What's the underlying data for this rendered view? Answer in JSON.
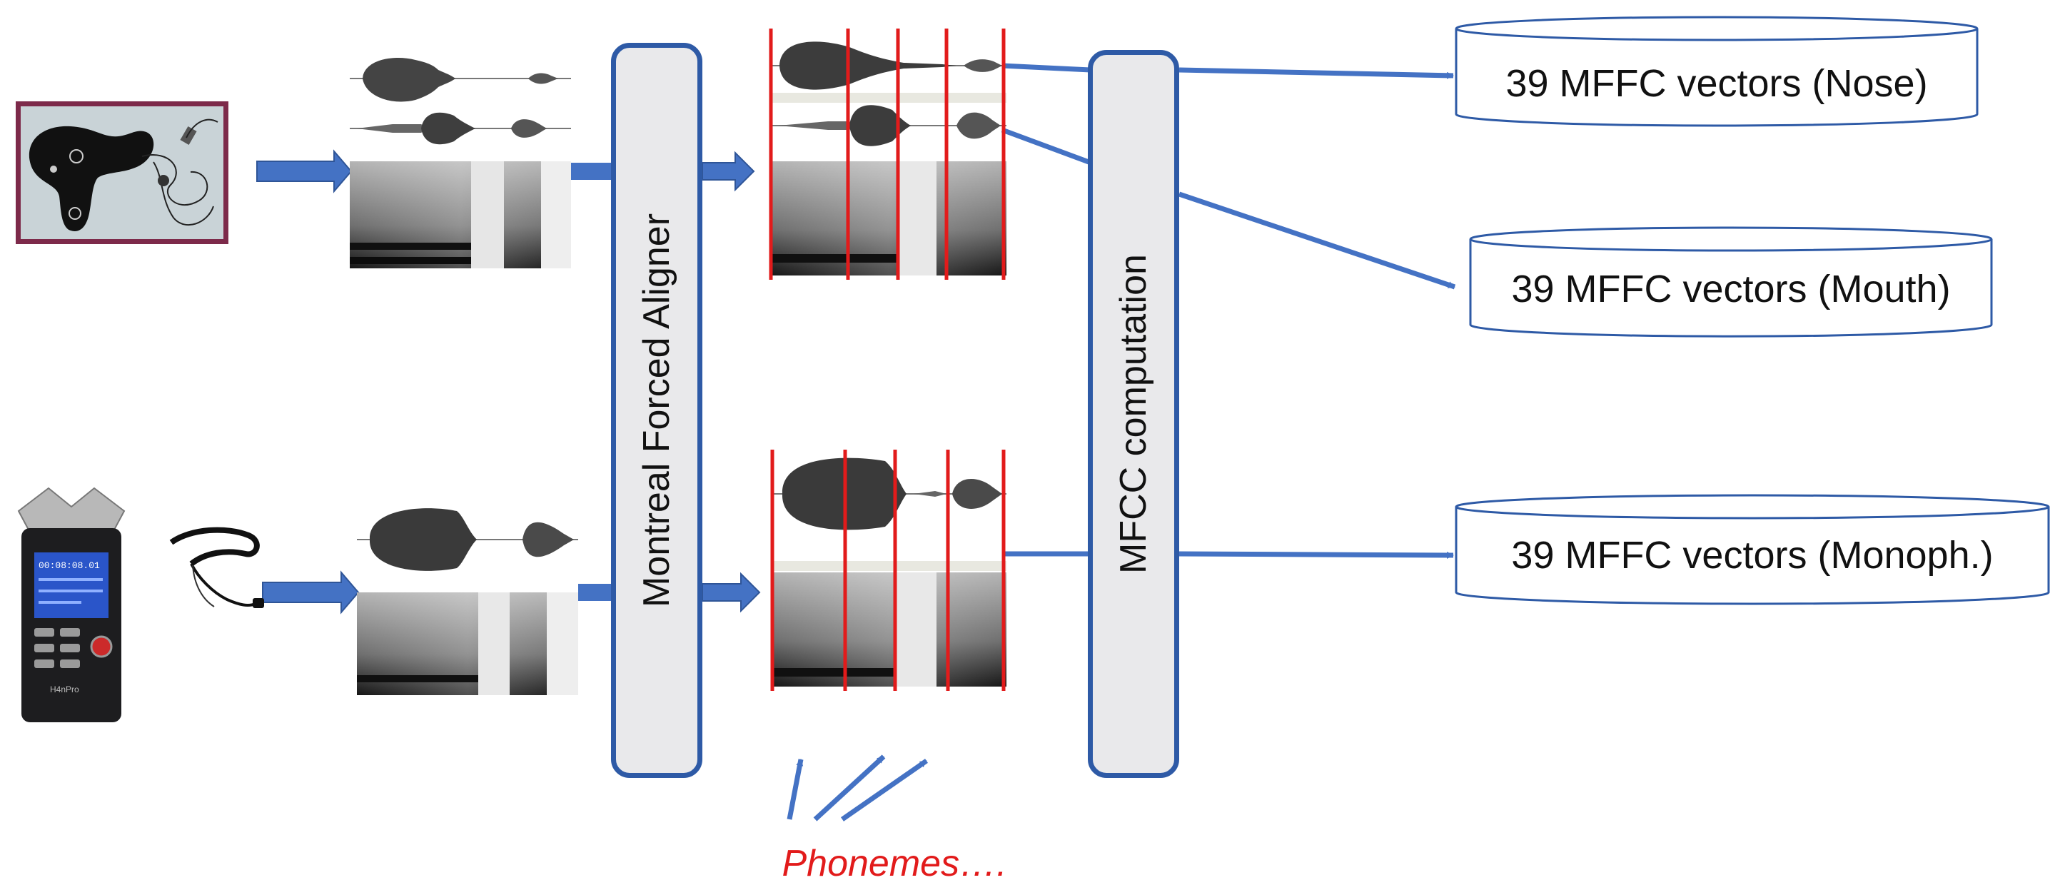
{
  "diagram": {
    "aligner_label": "Montreal Forced Aligner",
    "mfcc_label": "MFCC computation",
    "outputs": [
      {
        "label": "39 MFFC vectors (Nose)"
      },
      {
        "label": "39 MFFC vectors (Mouth)"
      },
      {
        "label": "39 MFFC vectors (Monoph.)"
      }
    ],
    "phonemes_label": "Phonemes….",
    "recorder_screen_text": "00:08:08.01",
    "recorder_brand": "H4nPro"
  },
  "colors": {
    "arrow_blue": "#4472c4",
    "box_border": "#2e5aa6",
    "box_fill": "#e9e9eb",
    "boundary_red": "#e21b1b",
    "photo_frame": "#7d2a4a",
    "phonemes_text": "#e21b1b"
  },
  "icons": [
    "nose-mouth-mask",
    "handheld-recorder",
    "headset-microphone"
  ]
}
